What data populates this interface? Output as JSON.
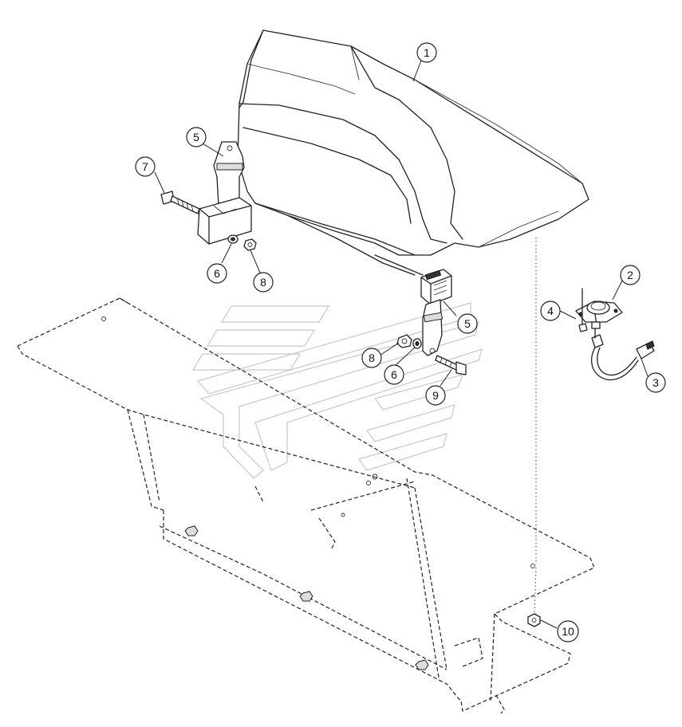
{
  "callouts": [
    {
      "label": "1"
    },
    {
      "label": "2"
    },
    {
      "label": "3"
    },
    {
      "label": "4"
    },
    {
      "label": "5"
    },
    {
      "label": "5"
    },
    {
      "label": "6"
    },
    {
      "label": "6"
    },
    {
      "label": "7"
    },
    {
      "label": "8"
    },
    {
      "label": "8"
    },
    {
      "label": "9"
    },
    {
      "label": "10"
    }
  ],
  "parts": {
    "seat": "seat-assembly",
    "buckle_left": "seat-belt-buckle",
    "buckle_right": "seat-belt-retractor",
    "switch": "seat-switch",
    "harness": "wire-harness",
    "frame": "seat-mounting-frame"
  }
}
